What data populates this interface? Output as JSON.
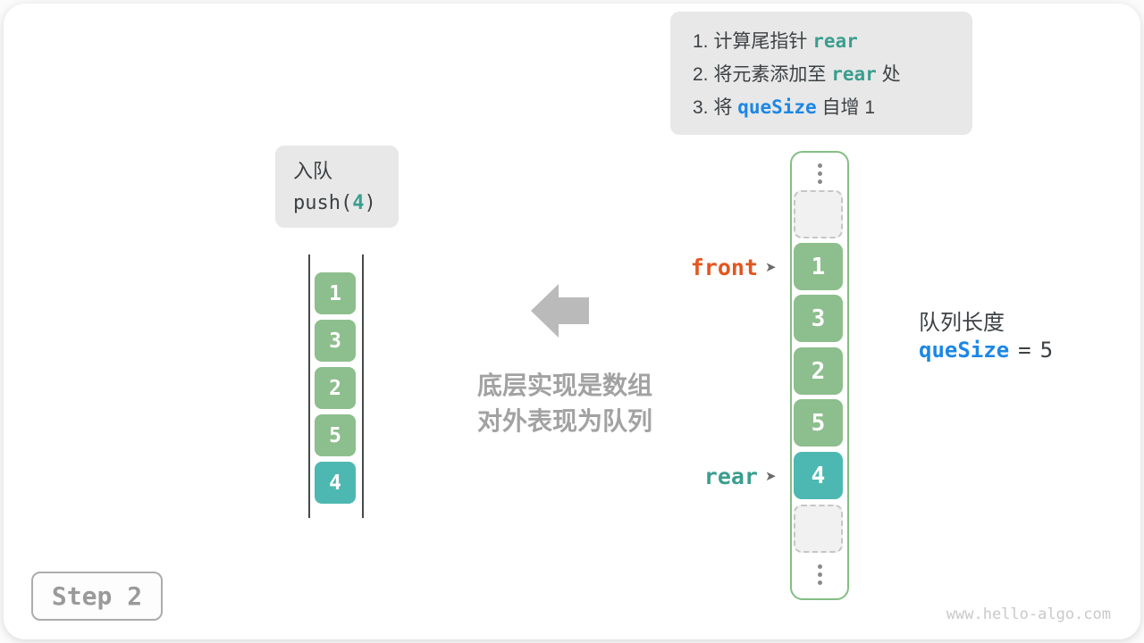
{
  "meta": {
    "step_label": "Step 2",
    "watermark": "www.hello-algo.com"
  },
  "instruction_box": {
    "lines": [
      {
        "prefix": "1. 计算尾指针 ",
        "code": "rear",
        "suffix": ""
      },
      {
        "prefix": "2. 将元素添加至 ",
        "code": "rear",
        "suffix": " 处"
      },
      {
        "prefix": "3. 将 ",
        "code": "queSize",
        "suffix": " 自增 1"
      }
    ]
  },
  "operation_box": {
    "label": "入队",
    "code_before": "push(",
    "code_value": "4",
    "code_after": ")"
  },
  "left_array": {
    "values": [
      "1",
      "3",
      "2",
      "5",
      "4"
    ],
    "highlight_index": 4
  },
  "center": {
    "caption_line1": "底层实现是数组",
    "caption_line2": "对外表现为队列"
  },
  "right_array": {
    "values": [
      "1",
      "3",
      "2",
      "5",
      "4"
    ],
    "highlight_index": 4,
    "front_label": "front",
    "rear_label": "rear",
    "pointer_arrow": "➤"
  },
  "queue_info": {
    "label": "队列长度",
    "variable": "queSize",
    "relation": "=",
    "value": "5"
  },
  "colors": {
    "cell_green": "#8dbe8d",
    "cell_teal": "#4db8b2",
    "container_border": "#84be84",
    "code_teal": "#3a9e8f",
    "code_blue": "#1c87e5",
    "front_orange": "#e5551e",
    "box_gray": "#e8e8e8",
    "text_dark": "#3d4144",
    "caption_gray": "#a2a2a2",
    "arrow_gray": "#bababa"
  }
}
